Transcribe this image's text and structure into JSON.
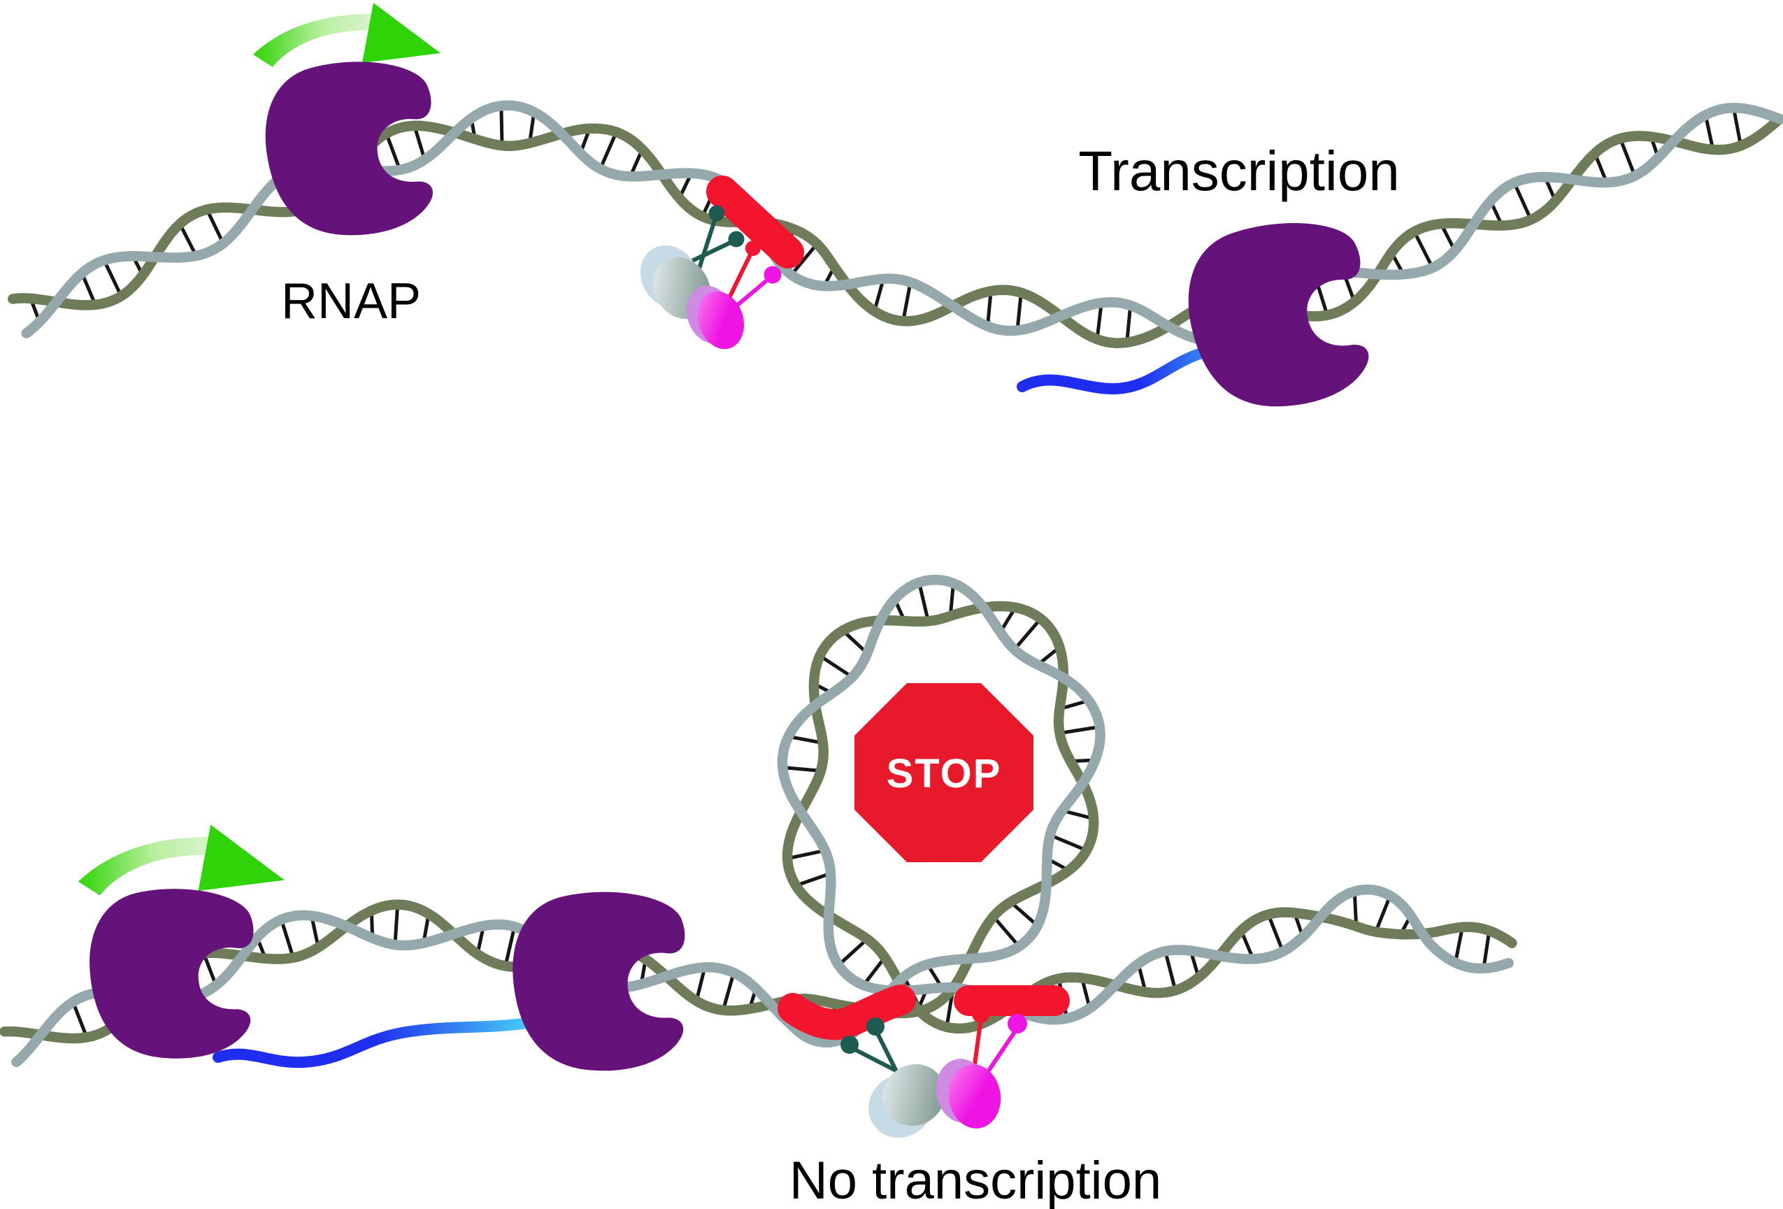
{
  "labels": {
    "rnap": "RNAP",
    "transcription": "Transcription",
    "stop": "STOP",
    "no_transcription": "No transcription"
  },
  "colors": {
    "background": "#ffffff",
    "rnap_purple": "#65127b",
    "dna_strand_light": "#95a9ad",
    "dna_strand_olive": "#6e7c5a",
    "dna_rung_black": "#161616",
    "operator_red": "#f3142e",
    "stop_sign_red": "#e8192b",
    "stop_text_white": "#ffffff",
    "arrow_green": "#2fd408",
    "arrow_green_mid": "#b9ef9f",
    "arrow_green_pale": "#ddf4d4",
    "rna_blue": "#1f2dee",
    "rna_cyan": "#45ccf6",
    "repressor_teal": "#1d5a50",
    "repressor_gray_dark": "#6f8a82",
    "repressor_gray_light": "#eef4f6",
    "repressor_gray_back": "#c6dbe6",
    "repressor_magenta": "#ee14e4",
    "repressor_magenta_light": "#fb86ef",
    "repressor_magenta_back": "#cf8be4",
    "label_black": "#000000"
  }
}
